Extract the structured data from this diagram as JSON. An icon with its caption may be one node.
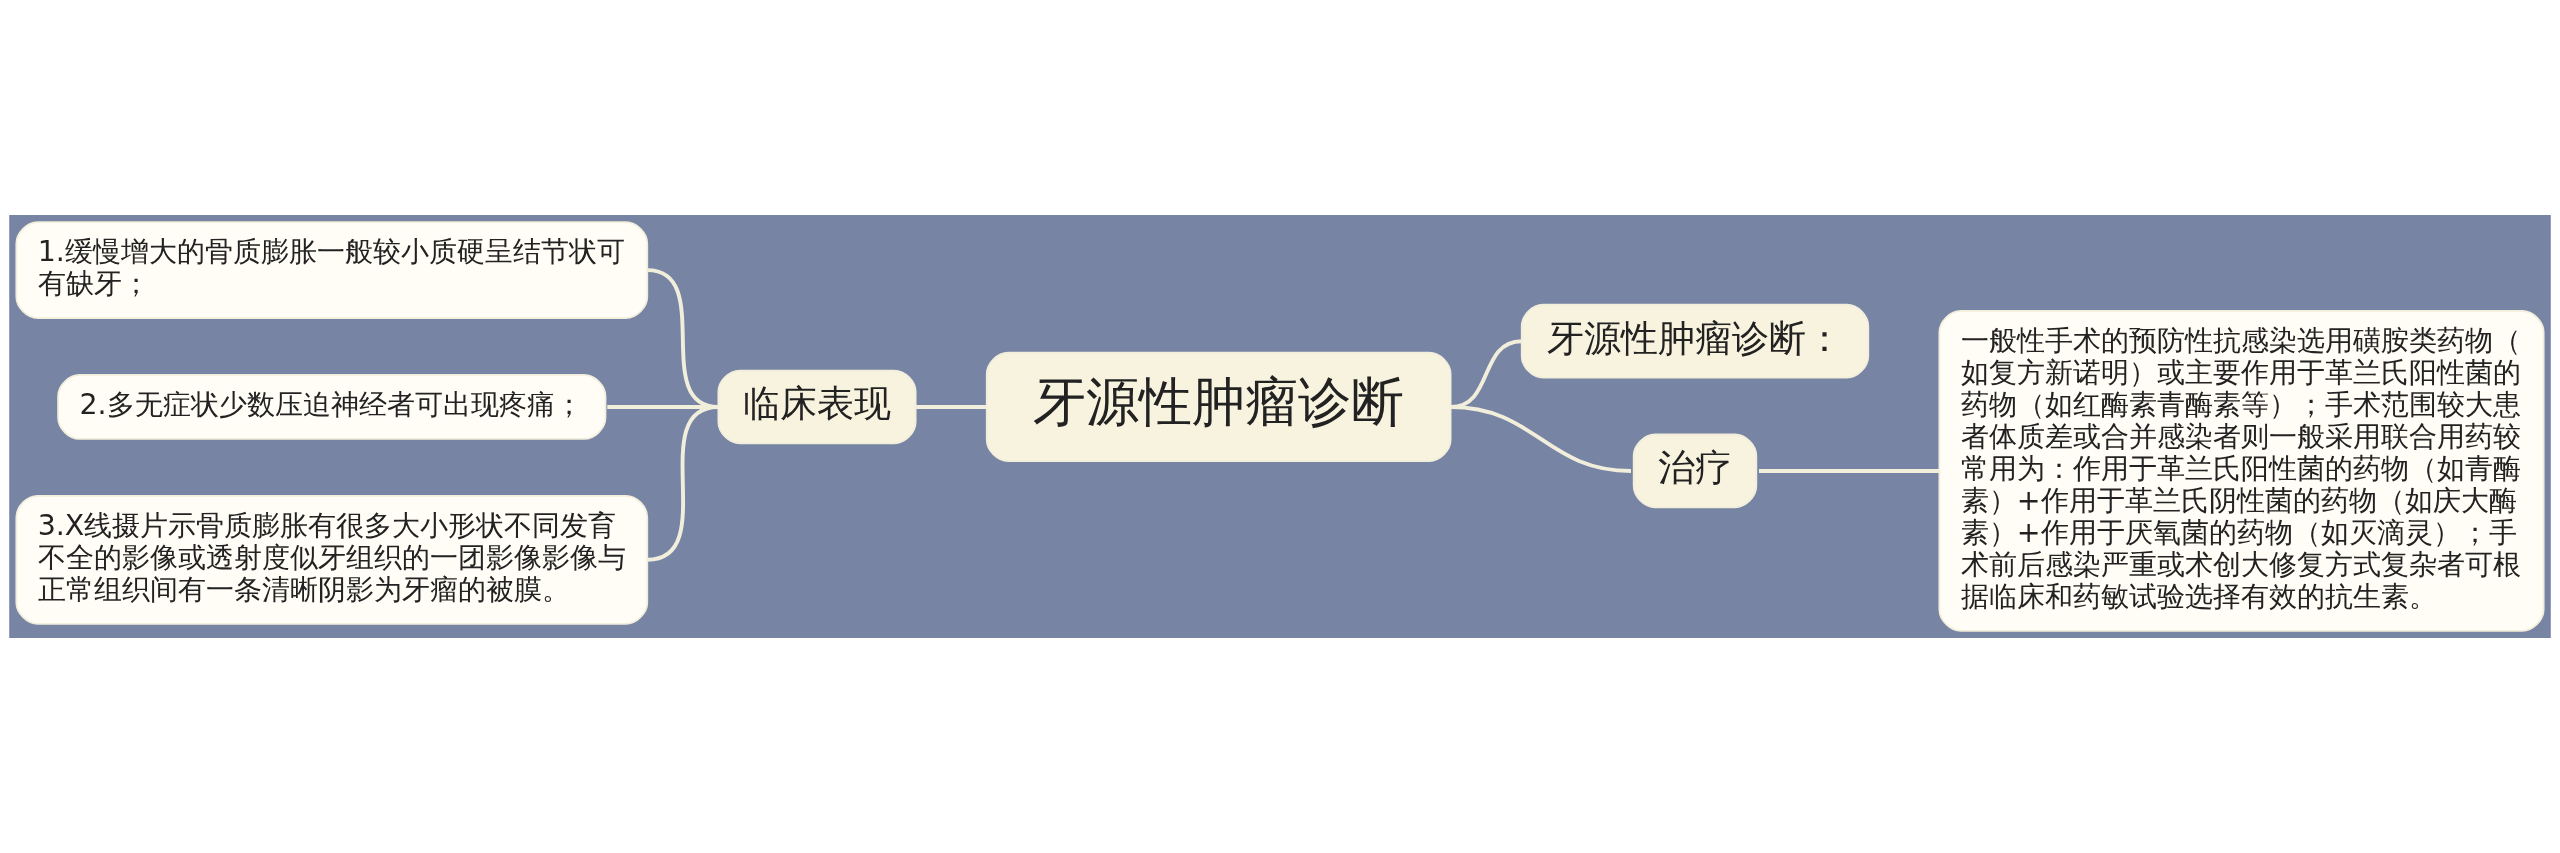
{
  "diagram": {
    "nodes": [
      {
        "text": [
          "牙源性肿瘤诊断"
        ]
      },
      {
        "text": [
          "临床表现"
        ]
      },
      {
        "text": [
          "1.缓慢增大的骨质膨胀一般较小质硬呈结节状可有缺牙；"
        ]
      },
      {
        "text": [
          "2.多无症状少数压迫神经者可出现疼痛；"
        ]
      },
      {
        "text": [
          "3.X线摄片示骨质膨胀有很多大小形状不同发育不全的影像或透射度似牙组织的一团影像影像与正常组织间有一条清晰阴影为牙瘤的被膜。"
        ]
      },
      {
        "text": [
          "牙源性肿瘤诊断："
        ]
      },
      {
        "text": [
          "治疗"
        ]
      },
      {
        "text": [
          "一般性手术的预防性抗感染选用磺胺类药物（如复方新诺明）或主要作用于革兰氏阳性菌的药物（如红酶素青酶素等）；手术范围较大患者体质差或合并感染者则一般采用联合用药较常用为：作用于革兰氏阳性菌的药物（如青酶素）+作用于革兰氏阴性菌的药物（如庆大酶素）+作用于厌氧菌的药物（如灭滴灵）；手术前后感染严重或术创大修复方式复杂者可根据临床和药敏试验选择有效的抗生素。"
        ]
      }
    ],
    "edges": [
      {
        "from": 0,
        "to": 1,
        "arrow": "none"
      },
      {
        "from": 1,
        "to": 2,
        "arrow": "none"
      },
      {
        "from": 1,
        "to": 3,
        "arrow": "none"
      },
      {
        "from": 1,
        "to": 4,
        "arrow": "none"
      },
      {
        "from": 0,
        "to": 5,
        "arrow": "none"
      },
      {
        "from": 0,
        "to": 6,
        "arrow": "none"
      },
      {
        "from": 6,
        "to": 7,
        "arrow": "none"
      }
    ]
  }
}
